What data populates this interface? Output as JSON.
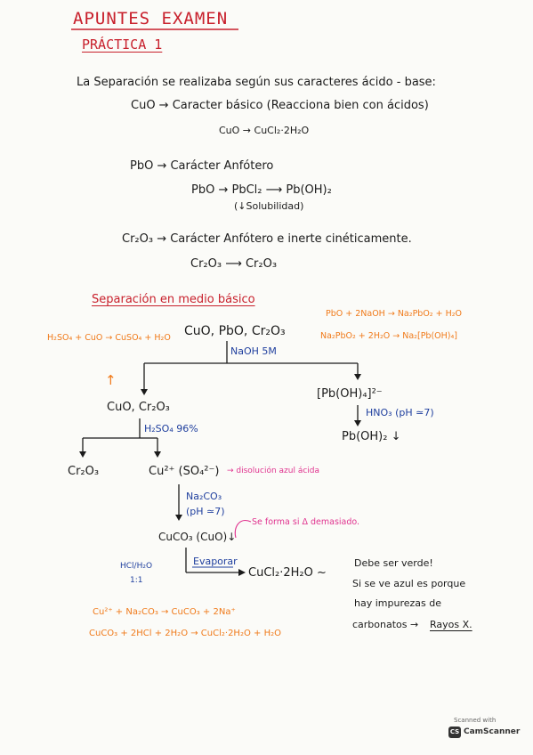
{
  "notes": {
    "title": "APUNTES EXAMEN",
    "practice": "PRÁCTICA 1",
    "intro": "La Separación se realizaba según sus caracteres ácido - base:",
    "cuo_line": "CuO → Caracter básico (Reacciona bien con ácidos)",
    "cuo_eq": "CuO → CuCl₂·2H₂O",
    "pbo_line": "PbO → Carácter Anfótero",
    "pbo_eq": "PbO → PbCl₂ ⟶ Pb(OH)₂",
    "pbo_note": "(↓Solubilidad)",
    "cr_line": "Cr₂O₃ → Carácter Anfótero e inerte cinéticamente.",
    "cr_eq": "Cr₂O₃ ⟶ Cr₂O₃",
    "section": "Separación en medio básico",
    "mix": "CuO, PbO, Cr₂O₃",
    "naoh": "NaOH 5M",
    "eq_pb1": "PbO + 2NaOH → Na₂PbO₂ + H₂O",
    "eq_pb2": "Na₂PbO₂ + 2H₂O → Na₂[Pb(OH)₄]",
    "eq_cu_h2so4": "H₂SO₄ + CuO → CuSO₄ + H₂O",
    "arrow_up": "↑",
    "cu_cr": "CuO, Cr₂O₃",
    "pb_complex": "[Pb(OH)₄]²⁻",
    "hno3": "HNO₃ (pH ≃7)",
    "h2so4": "H₂SO₄ 96%",
    "pboh2": "Pb(OH)₂ ↓",
    "cr2o3": "Cr₂O₃",
    "cu_so4": "Cu²⁺ (SO₄²⁻)",
    "cu_note": "→ disolución azul ácida",
    "na2co3": "Na₂CO₃",
    "ph7": "(pH ≃7)",
    "heat_note": "Se forma si Δ demasiado.",
    "cuco3": "CuCO₃ (CuO)↓",
    "hcl": "HCl/H₂O",
    "ratio": "1:1",
    "evaporar": "Evaporar",
    "cucl2": "CuCl₂·2H₂O ~",
    "green1": "Debe ser verde!",
    "green2": "Si se ve azul es porque",
    "green3": "hay impurezas de",
    "green4": "carbonatos →",
    "rayos": "Rayos X.",
    "eq_final1": "Cu²⁺ + Na₂CO₃ → CuCO₃ + 2Na⁺",
    "eq_final2": "CuCO₃ + 2HCl + 2H₂O → CuCl₂·2H₂O + H₂O"
  },
  "badge": {
    "scanned": "Scanned with",
    "logo": "CS",
    "name": "CamScanner"
  },
  "colors": {
    "red": "#c8202c",
    "orange": "#f07a1a",
    "blue": "#1f3f9e",
    "pink": "#e0338f",
    "ink": "#1b1b1b"
  }
}
